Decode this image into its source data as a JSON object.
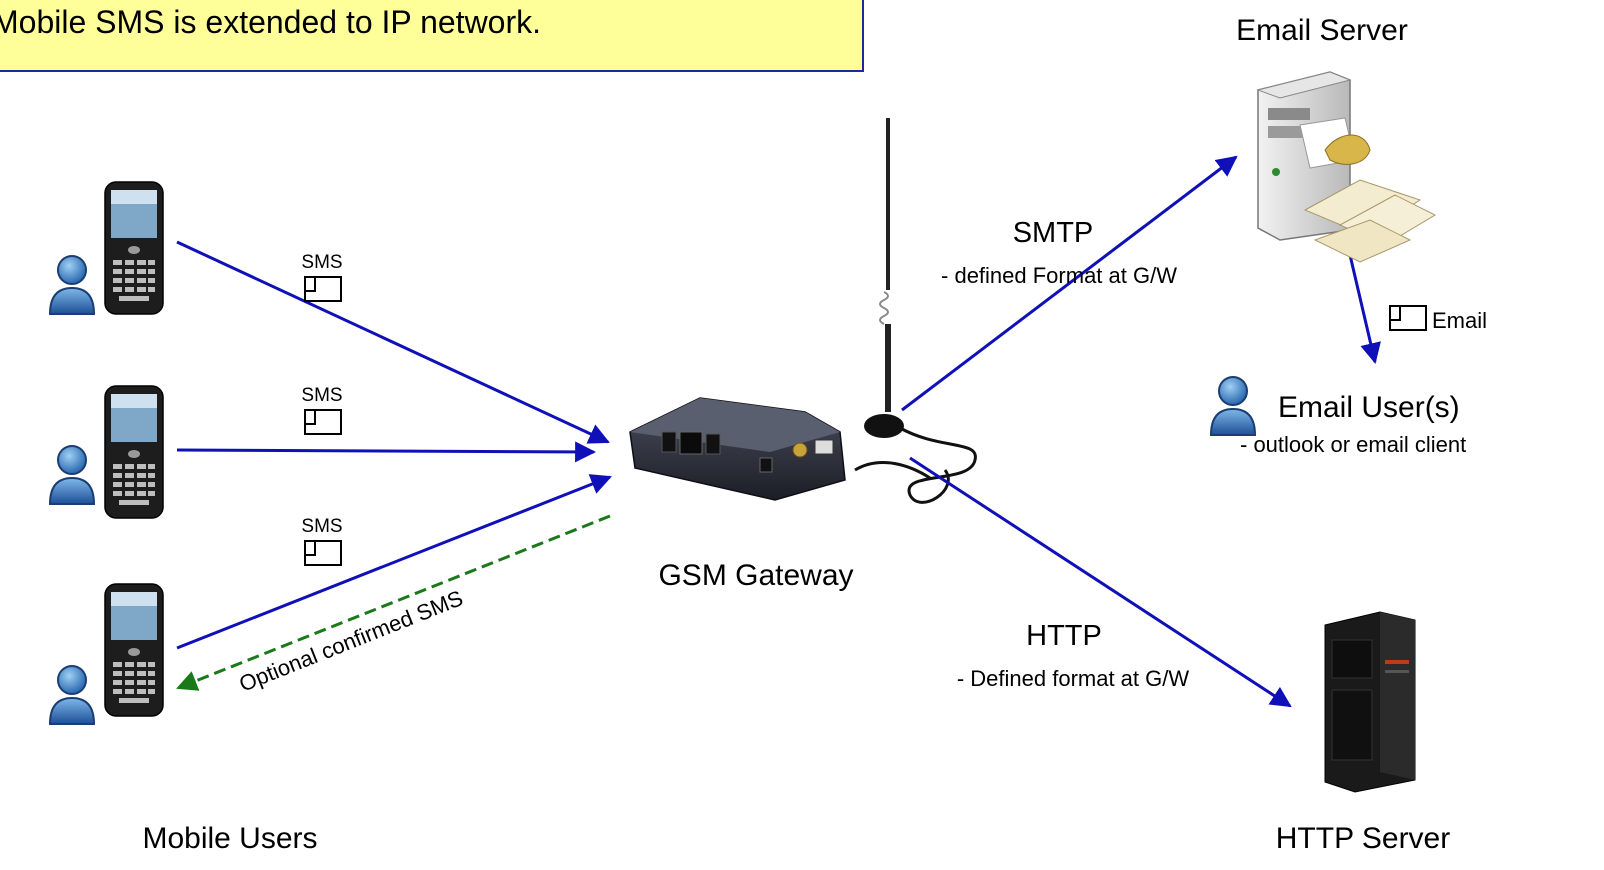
{
  "banner": {
    "text": "Mobile SMS is extended to IP network."
  },
  "labels": {
    "email_server": "Email Server",
    "mobile_users": "Mobile Users",
    "gsm_gateway": "GSM Gateway",
    "http_server": "HTTP Server",
    "email_users": "Email User(s)",
    "email_client": "- outlook or email client",
    "smtp": "SMTP",
    "smtp_desc": "- defined Format at G/W",
    "http": "HTTP",
    "http_desc": "- Defined format at G/W",
    "sms_1": "SMS",
    "sms_2": "SMS",
    "sms_3": "SMS",
    "email_tag": "Email",
    "confirmed": "Optional confirmed SMS"
  },
  "colors": {
    "arrow": "#1010b8",
    "confirm": "#1a7a1a",
    "banner_bg": "#ffff99",
    "banner_border": "#1a2a9a"
  },
  "icons": [
    "user-icon",
    "mobile-phone-icon",
    "sms-envelope-icon",
    "gsm-gateway-icon",
    "antenna-icon",
    "email-server-icon",
    "http-server-icon"
  ]
}
